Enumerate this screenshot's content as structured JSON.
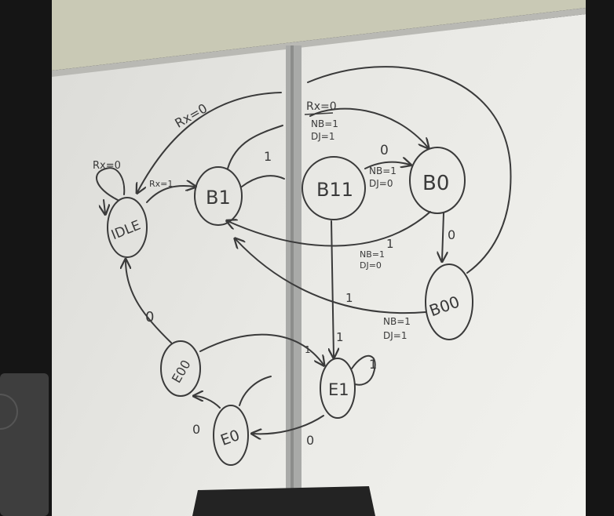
{
  "states": {
    "idle": "IDLE",
    "b1": "B1",
    "b11": "B11",
    "b0": "B0",
    "b00": "B00",
    "e1": "E1",
    "e0": "E0",
    "e00": "E00"
  },
  "labels": {
    "rx0_top": "Rx=0",
    "rx0_self": "Rx=0",
    "rx1": "Rx=1",
    "b1_to_b11": "1",
    "b11_to_b0": "0",
    "b11_to_b0_out1": "NB=1",
    "b11_to_b0_out2": "DJ=0",
    "top_arc_in": "Rx=0",
    "top_arc_out1": "NB=1",
    "top_arc_out2": "DJ=1",
    "b0_to_b00": "0",
    "b0_back_out1": "NB=1",
    "b0_back_out2": "DJ=0",
    "b0_back_in": "1",
    "b00_back_in": "1",
    "b00_back_out1": "NB=1",
    "b00_back_out2": "DJ=1",
    "b11_to_e1": "1",
    "e1_self": "1",
    "e00_to_e1": "1",
    "e00_to_idle": "0",
    "e0_to_e00": "0",
    "e1_to_e0": "0"
  }
}
